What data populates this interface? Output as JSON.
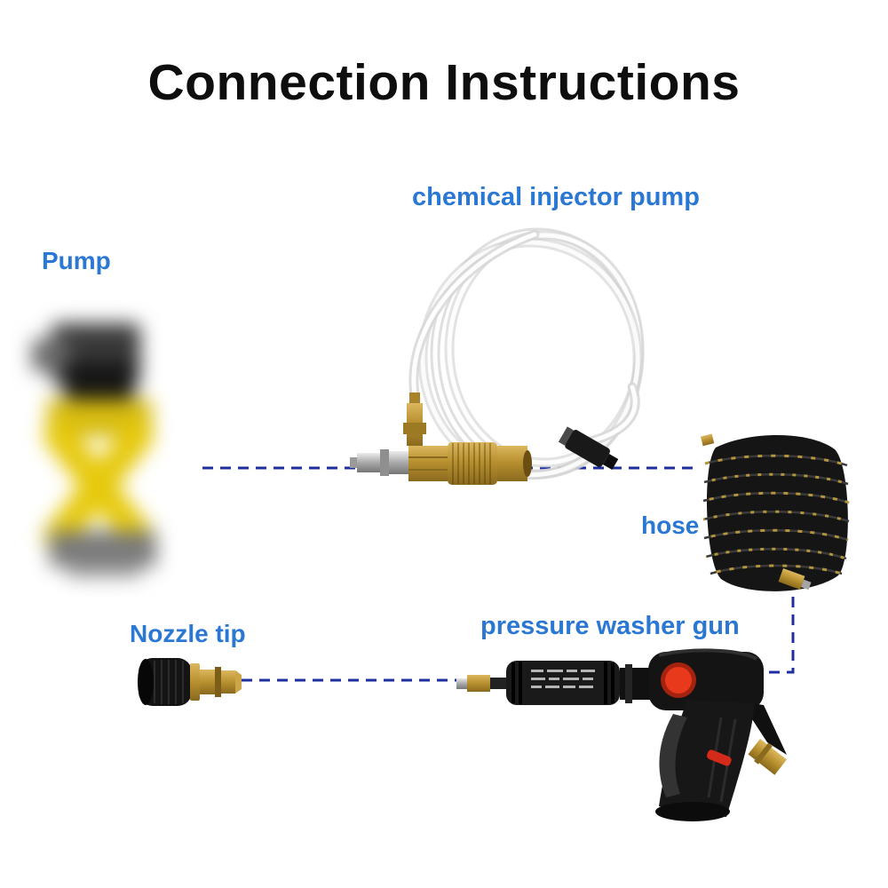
{
  "title": "Connection Instructions",
  "labels": {
    "pump": "Pump",
    "chemical_injector_pump": "chemical injector pump",
    "hose": "hose",
    "nozzle_tip": "Nozzle tip",
    "pressure_washer_gun": "pressure washer gun"
  },
  "colors": {
    "label_blue": "#2a78d4",
    "dashed_line_navy": "#1d2f9e",
    "title_black": "#0e0e0e",
    "brass_gold": "#b8902f",
    "gun_red_button": "#e8391c",
    "pump_yellow": "#e6c90c"
  },
  "images": {
    "pump_image": "blurred-pressure-washer-pump",
    "injector_image": "chemical-injector-fitting-with-clear-suction-tube-coil",
    "hose_image": "coiled-black-high-pressure-hose",
    "nozzle_image": "quick-connect-nozzle-tip",
    "gun_image": "pressure-washer-trigger-gun"
  }
}
